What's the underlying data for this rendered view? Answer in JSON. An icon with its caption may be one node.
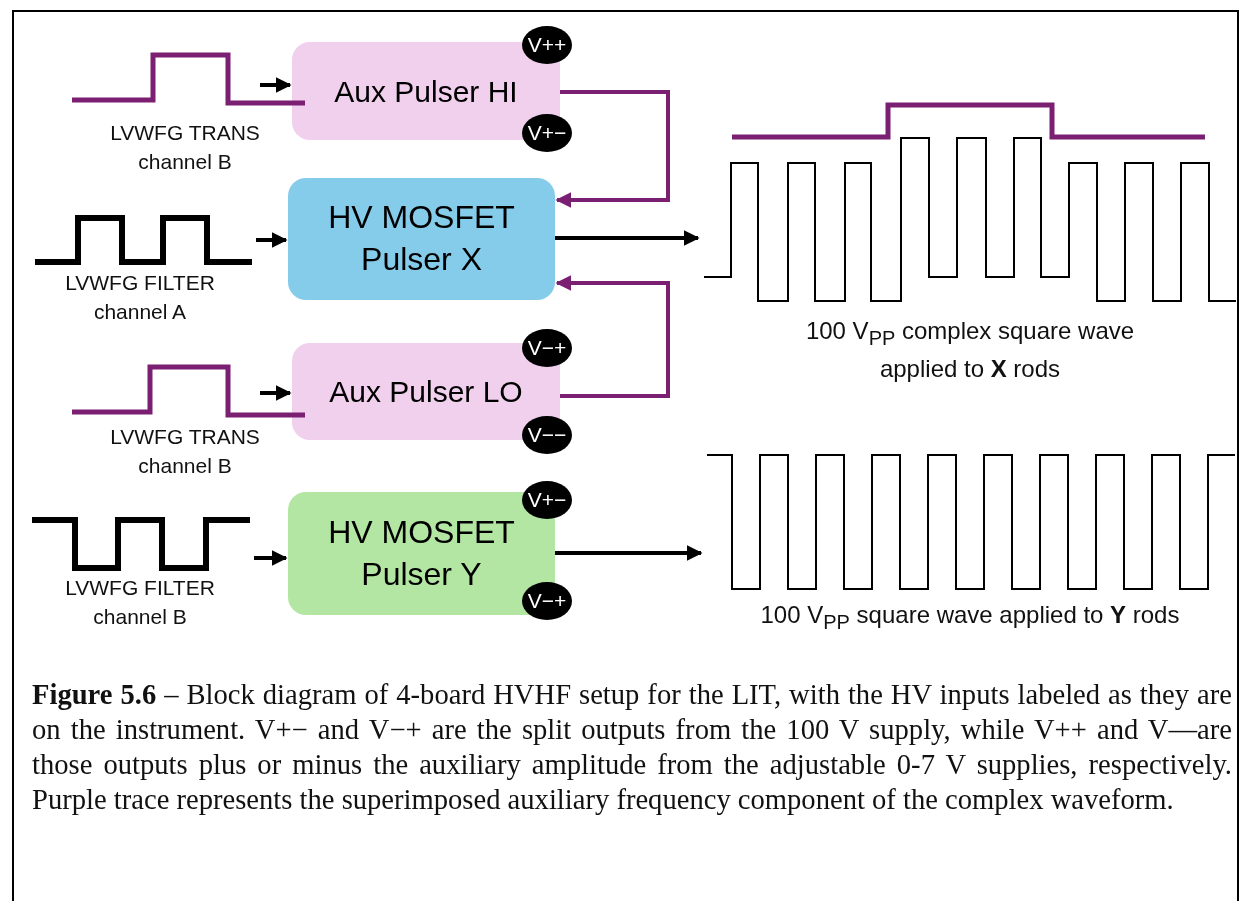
{
  "diagram": {
    "caption": "**Figure 5.6** – Block diagram of 4-board HVHF setup for the LIT, with the HV inputs labeled as they are on the instrument. V+− and V−+ are the split outputs from the 100 V supply, while V++ and V—are those outputs plus or minus the auxiliary amplitude from the adjustable 0-7 V supplies, respectively. Purple trace represents the superimposed auxiliary frequency component of the complex waveform.",
    "nodes": [
      {
        "text": [],
        "shape": "picture",
        "beside": [
          "LVWFG TRANS channel B"
        ]
      },
      {
        "text": [
          "Aux Pulser HI"
        ]
      },
      {
        "text": [
          "V++"
        ]
      },
      {
        "text": [
          "V+−"
        ]
      },
      {
        "text": [],
        "shape": "picture",
        "beside": [
          "LVWFG FILTER channel A"
        ]
      },
      {
        "text": [
          "HV MOSFET Pulser X"
        ]
      },
      {
        "text": [],
        "shape": "picture",
        "beside": [
          "100 V$_{PP}$ complex square wave applied to **X** rods"
        ]
      },
      {
        "text": [],
        "shape": "picture",
        "beside": [
          "LVWFG TRANS channel B"
        ]
      },
      {
        "text": [
          "Aux Pulser LO"
        ]
      },
      {
        "text": [
          "V−+"
        ]
      },
      {
        "text": [
          "V−−"
        ]
      },
      {
        "text": [],
        "shape": "picture",
        "beside": [
          "LVWFG FILTER channel B"
        ]
      },
      {
        "text": [
          "HV MOSFET Pulser Y"
        ]
      },
      {
        "text": [
          "V+−"
        ]
      },
      {
        "text": [
          "V−+"
        ]
      },
      {
        "text": [],
        "shape": "picture",
        "beside": [
          "100 V$_{PP}$ square wave applied to **Y** rods"
        ]
      }
    ],
    "edges": [
      {
        "from": 0,
        "to": 1,
        "arrow": "to"
      },
      {
        "from": 1,
        "to": 5,
        "arrow": "to",
        "color": "#7b1f72"
      },
      {
        "from": 4,
        "to": 5,
        "arrow": "to"
      },
      {
        "from": 5,
        "to": 6,
        "arrow": "to"
      },
      {
        "from": 7,
        "to": 8,
        "arrow": "to"
      },
      {
        "from": 8,
        "to": 5,
        "arrow": "to",
        "color": "#7b1f72"
      },
      {
        "from": 11,
        "to": 12,
        "arrow": "to"
      },
      {
        "from": 12,
        "to": 15,
        "arrow": "to"
      }
    ]
  }
}
